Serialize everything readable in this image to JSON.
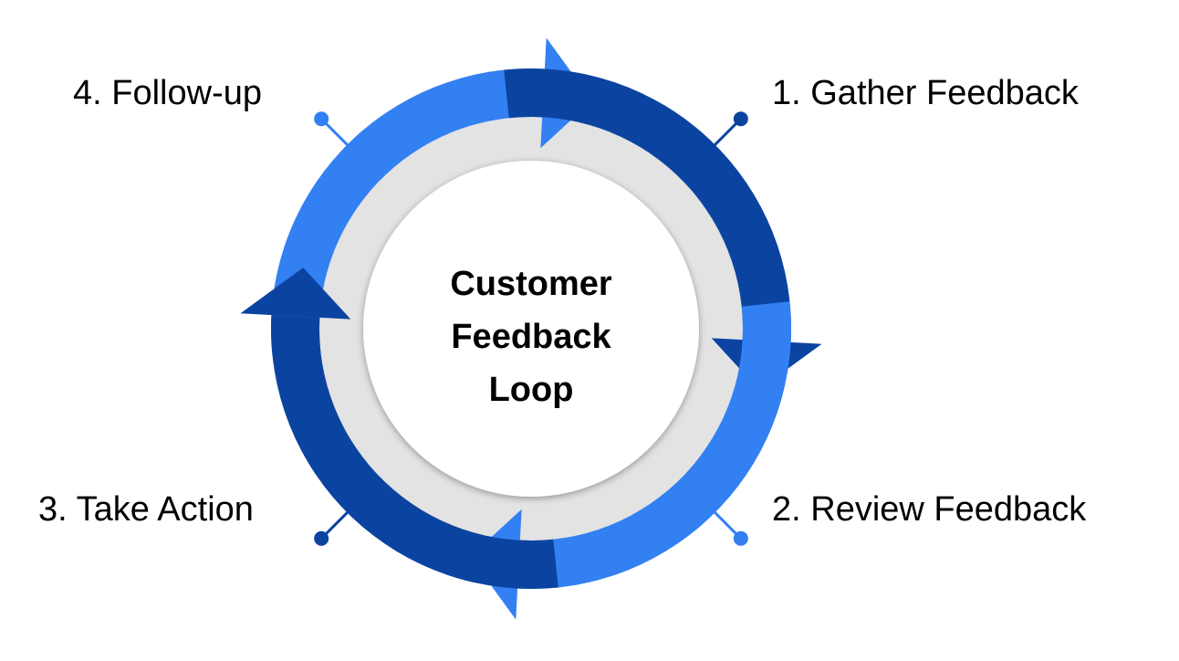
{
  "diagram": {
    "title_lines": [
      "Customer",
      "Feedback",
      "Loop"
    ],
    "colors": {
      "light_blue": "#3380F2",
      "dark_blue": "#0B44A0",
      "ring_gray": "#E3E3E3",
      "center_fill": "#FFFFFF",
      "text": "#000000"
    },
    "steps": [
      {
        "number": 1,
        "label": "1. Gather Feedback",
        "segment_color": "dark_blue",
        "arrow_direction": "down"
      },
      {
        "number": 2,
        "label": "2. Review Feedback",
        "segment_color": "light_blue",
        "arrow_direction": "left"
      },
      {
        "number": 3,
        "label": "3. Take Action",
        "segment_color": "dark_blue",
        "arrow_direction": "up"
      },
      {
        "number": 4,
        "label": "4. Follow-up",
        "segment_color": "light_blue",
        "arrow_direction": "right"
      }
    ]
  }
}
